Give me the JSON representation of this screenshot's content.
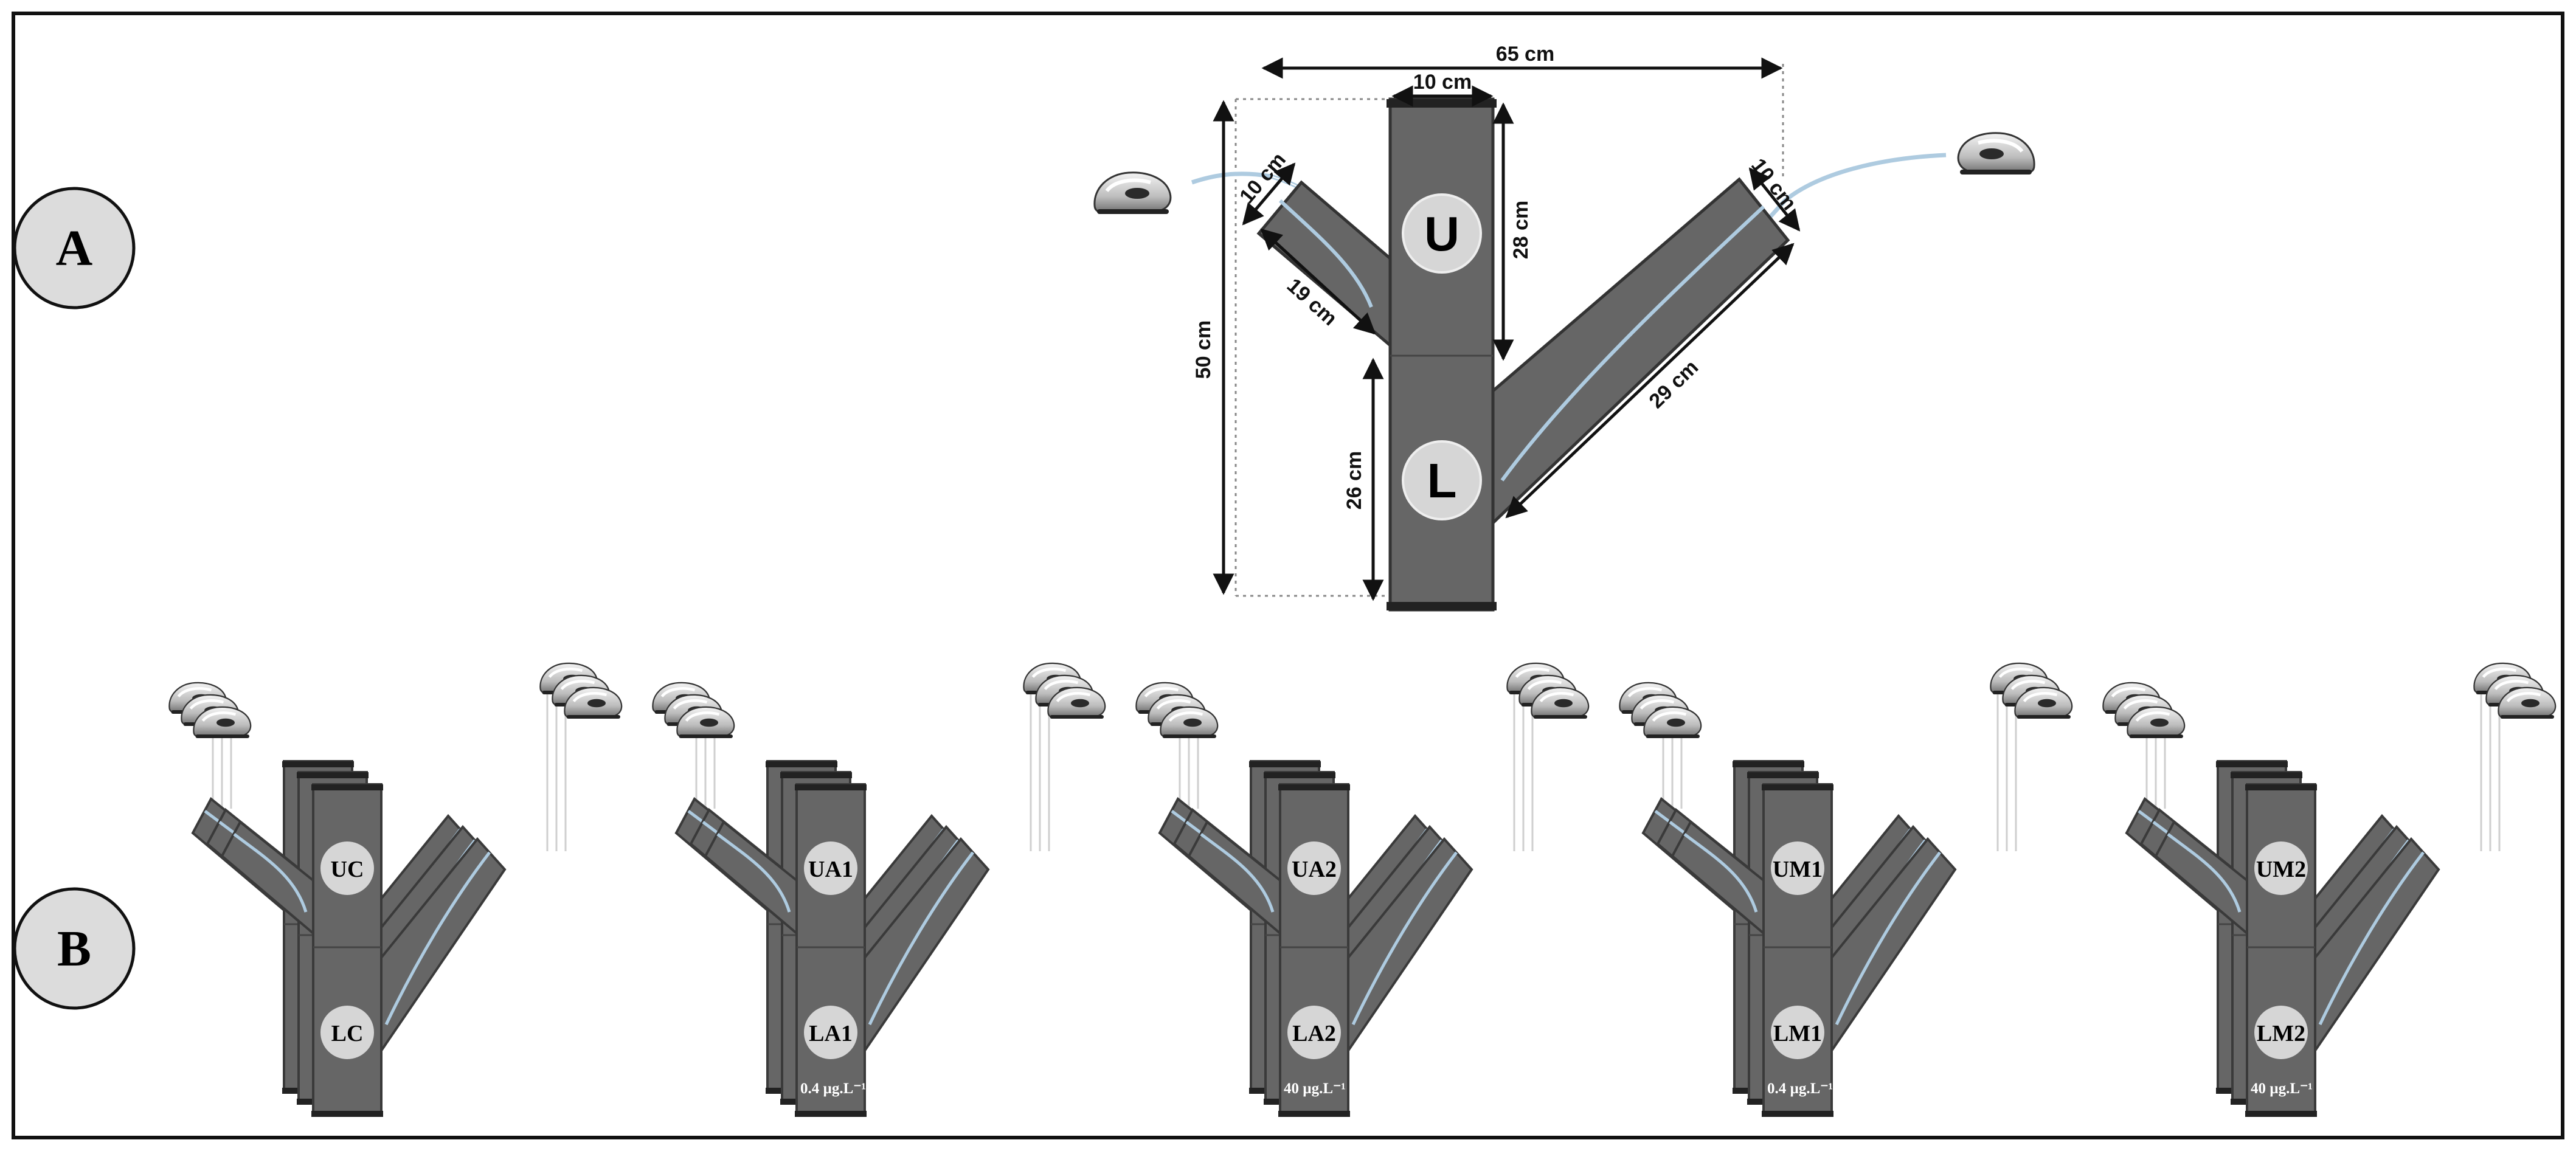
{
  "panels": {
    "a": {
      "label": "A"
    },
    "b": {
      "label": "B"
    }
  },
  "dimensions": {
    "total_width": "65 cm",
    "column_width": "10 cm",
    "upper_length": "28 cm",
    "lower_length": "26 cm",
    "total_height": "50 cm",
    "left_arm_width": "10 cm",
    "left_arm_length": "19 cm",
    "right_arm_width": "10 cm",
    "right_arm_length": "29 cm"
  },
  "chamber_labels": {
    "upper": "U",
    "lower": "L"
  },
  "apparatus": [
    {
      "upper": "UC",
      "lower": "LC",
      "conc": ""
    },
    {
      "upper": "UA1",
      "lower": "LA1",
      "conc": "0.4 µg.L⁻¹"
    },
    {
      "upper": "UA2",
      "lower": "LA2",
      "conc": "40 µg.L⁻¹"
    },
    {
      "upper": "UM1",
      "lower": "LM1",
      "conc": "0.4 µg.L⁻¹"
    },
    {
      "upper": "UM2",
      "lower": "LM2",
      "conc": "40 µg.L⁻¹"
    }
  ],
  "colors": {
    "chamber": "#666666",
    "chamber_dark": "#3a3a3a",
    "label_circle": "#d6d6d6",
    "tube": "#aecbe0",
    "frame": "#111111"
  },
  "icons": [
    "air-pump-icon",
    "tube-line"
  ]
}
